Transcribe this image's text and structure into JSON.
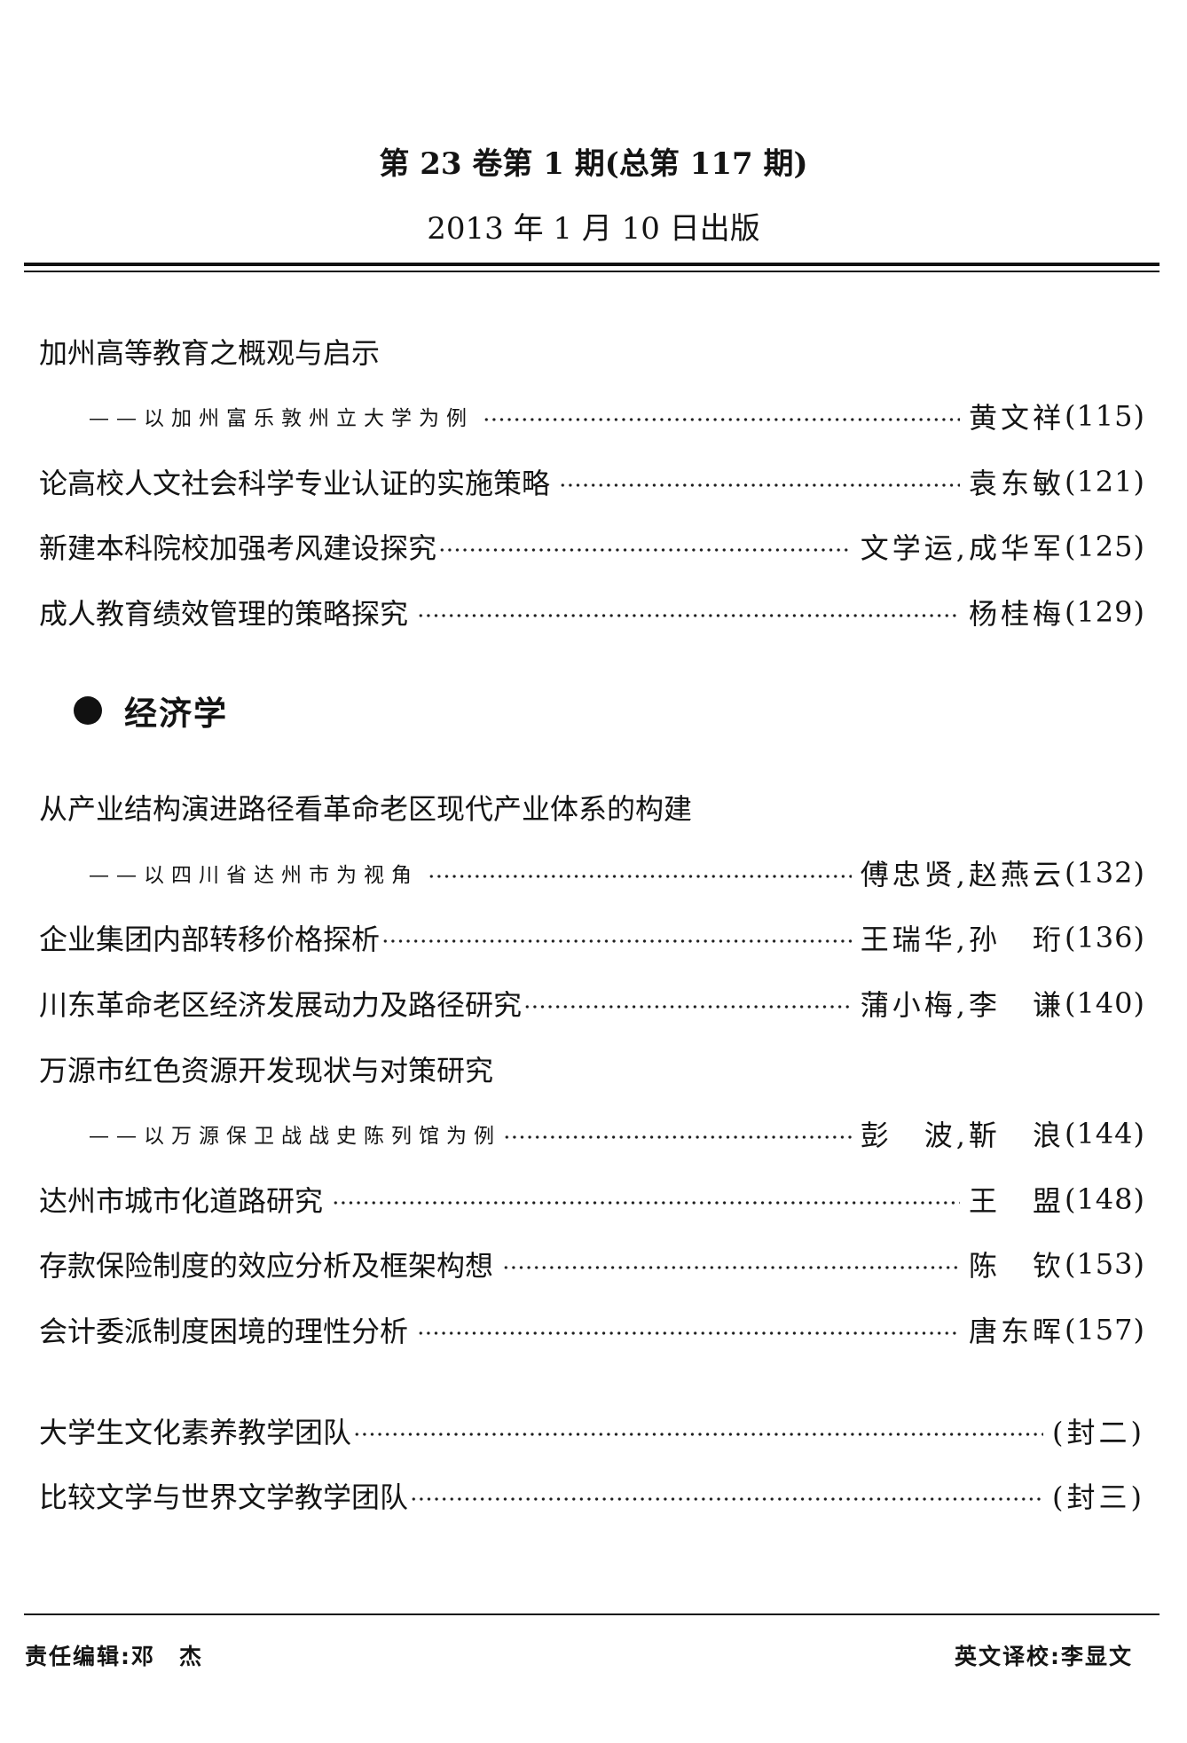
{
  "header": {
    "volume_line": "第 23 卷第 1 期(总第 117 期)",
    "date_line": "2013 年 1 月 10 日出版"
  },
  "toc": {
    "articles": [
      {
        "title": "加州高等教育之概观与启示",
        "subtitle": "——以加州富乐敦州立大学为例",
        "author": "黄文祥",
        "page": "(115)"
      },
      {
        "title": "论高校人文社会科学专业认证的实施策略",
        "author": "袁东敏",
        "page": "(121)"
      },
      {
        "title": "新建本科院校加强考风建设探究",
        "author": "文学运,成华军",
        "page": "(125)"
      },
      {
        "title": "成人教育绩效管理的策略探究",
        "author": "杨桂梅",
        "page": "(129)"
      }
    ],
    "economics": {
      "icon": "filled-circle-bullet",
      "heading": "经济学",
      "articles": [
        {
          "title": "从产业结构演进路径看革命老区现代产业体系的构建",
          "subtitle": "——以四川省达州市为视角",
          "author": "傅忠贤,赵燕云",
          "page": "(132)"
        },
        {
          "title": "企业集团内部转移价格探析",
          "author": "王瑞华,孙　珩",
          "page": "(136)"
        },
        {
          "title": "川东革命老区经济发展动力及路径研究",
          "author": "蒲小梅,李　谦",
          "page": "(140)"
        },
        {
          "title": "万源市红色资源开发现状与对策研究",
          "subtitle": "——以万源保卫战战史陈列馆为例",
          "author": "彭　波,靳　浪",
          "page": "(144)"
        },
        {
          "title": "达州市城市化道路研究",
          "author": "王　盟",
          "page": "(148)"
        },
        {
          "title": "存款保险制度的效应分析及框架构想",
          "author": "陈　钦",
          "page": "(153)"
        },
        {
          "title": "会计委派制度困境的理性分析",
          "author": "唐东晖",
          "page": "(157)"
        }
      ]
    },
    "supplements": [
      {
        "title": "大学生文化素养教学团队",
        "page": "(封二)"
      },
      {
        "title": "比较文学与世界文学教学团队",
        "page": "(封三)"
      }
    ]
  },
  "footer": {
    "editor": "责任编辑:邓　杰",
    "translator": "英文译校:李显文"
  }
}
